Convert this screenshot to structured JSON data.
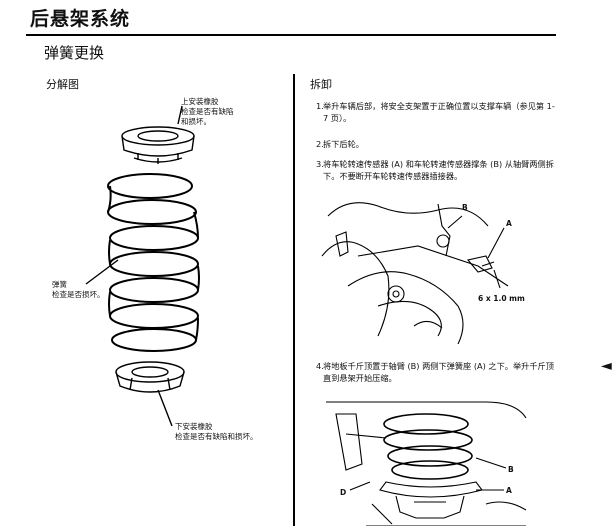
{
  "title": "后悬架系统",
  "subtitle": "弹簧更换",
  "left": {
    "heading": "分解图",
    "callouts": {
      "upper": [
        "上安装橡胶",
        "检查是否有缺陷",
        "和损坏。"
      ],
      "spring": [
        "弹簧",
        "检查是否损坏。"
      ],
      "lower": [
        "下安装橡胶",
        "检查是否有缺陷和损坏。"
      ]
    }
  },
  "right": {
    "heading": "拆卸",
    "steps": [
      {
        "num": "1.",
        "text": "举升车辆后部，将安全支架置于正确位置以支撑车辆（参见第 1-7 页）。"
      },
      {
        "num": "2.",
        "text": "拆下后轮。"
      },
      {
        "num": "3.",
        "text": "将车轮转速传感器 (A) 和车轮转速传感器撑条 (B) 从轴臂两侧拆下。不要断开车轮转速传感器插接器。"
      },
      {
        "num": "4.",
        "text": "将地板千斤顶置于轴臂 (B) 两侧下弹簧座 (A) 之下。举升千斤顶直到悬架开始压缩。"
      }
    ],
    "fig1": {
      "label_b": "B",
      "label_a": "A",
      "bolt": "6 x 1.0 mm"
    },
    "fig2": {
      "label_b": "B",
      "label_a": "A",
      "label_d": "D"
    }
  },
  "margin_marker": "◄"
}
